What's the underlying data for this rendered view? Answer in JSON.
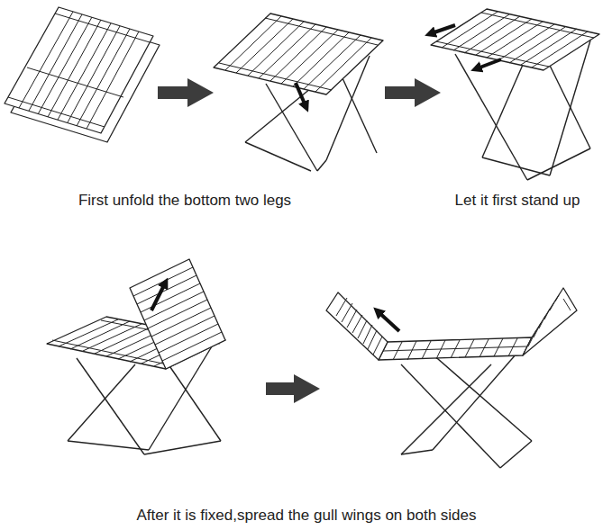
{
  "diagram": {
    "labels": [
      "First unfold the bottom two legs",
      "Let it first stand up",
      "After it is fixed,spread the gull wings on both sides"
    ]
  }
}
